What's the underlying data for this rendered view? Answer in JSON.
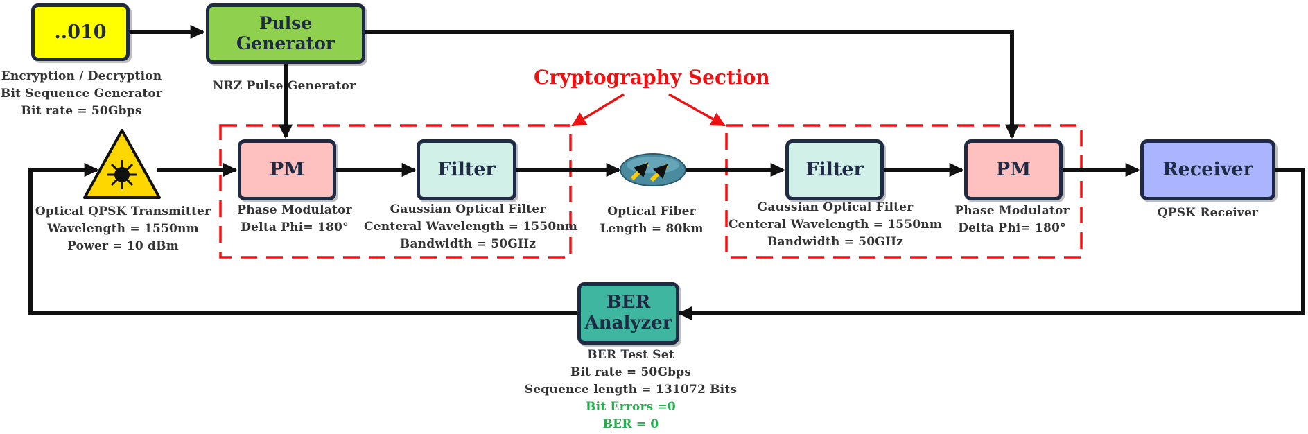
{
  "colors": {
    "line": "#111111",
    "dash_red": "#ee1111",
    "bit_seq": "#ffff00",
    "pulse_gen": "#8fd14f",
    "pm": "#ffc0c0",
    "filter": "#d0f0e8",
    "receiver": "#aab4ff",
    "ber": "#3fb7a0",
    "laser": "#ffd700",
    "fiber": "#4a8ba0",
    "fiber_arrow": "#ffcc00",
    "result_green": "#22b14c"
  },
  "blocks": {
    "bit_sequence": {
      "label": "..010"
    },
    "pulse_generator": {
      "label": "Pulse Generator"
    },
    "pm_left": {
      "label": "PM"
    },
    "filter_left": {
      "label": "Filter"
    },
    "filter_right": {
      "label": "Filter"
    },
    "pm_right": {
      "label": "PM"
    },
    "receiver": {
      "label": "Receiver"
    },
    "ber_analyzer": {
      "line1": "BER",
      "line2": "Analyzer"
    }
  },
  "icons": {
    "laser": "laser-warning-icon",
    "fiber": "optical-fiber-icon"
  },
  "section_title": "Cryptography Section",
  "labels": {
    "bit_sequence": [
      "Encryption / Decryption",
      "Bit Sequence Generator",
      "Bit rate = 50Gbps"
    ],
    "pulse_generator": [
      "NRZ Pulse Generator"
    ],
    "transmitter": [
      "Optical QPSK Transmitter",
      "Wavelength = 1550nm",
      "Power = 10 dBm"
    ],
    "pm_left": [
      "Phase Modulator",
      "Delta Phi= 180°"
    ],
    "filter_left": [
      "Gaussian Optical Filter",
      "Centeral Wavelength = 1550nm",
      "Bandwidth = 50GHz"
    ],
    "fiber": [
      "Optical Fiber",
      "Length = 80km"
    ],
    "filter_right": [
      "Gaussian Optical Filter",
      "Centeral Wavelength = 1550nm",
      "Bandwidth = 50GHz"
    ],
    "pm_right": [
      "Phase Modulator",
      "Delta Phi= 180°"
    ],
    "receiver": [
      "QPSK Receiver"
    ],
    "ber": [
      "BER Test Set",
      "Bit rate = 50Gbps",
      "Sequence length = 131072 Bits"
    ],
    "ber_results": [
      "Bit Errors =0",
      "BER = 0"
    ]
  }
}
